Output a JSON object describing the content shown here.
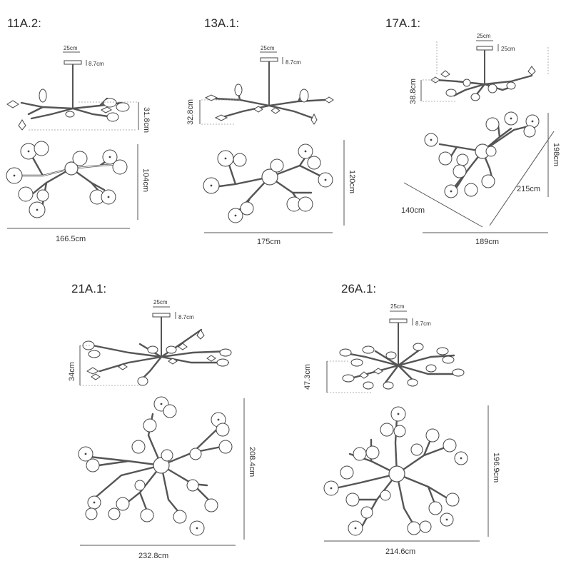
{
  "colors": {
    "line": "#555555",
    "text": "#2a2a2a"
  },
  "models": [
    {
      "id": "m11",
      "title": "11A.2:",
      "canopy_width": "25cm",
      "canopy_height": "8.7cm",
      "side_height": "31.8cm",
      "top_depth": "104cm",
      "top_width": "166.5cm"
    },
    {
      "id": "m13",
      "title": "13A.1:",
      "canopy_width": "25cm",
      "canopy_height": "8.7cm",
      "side_height": "32.8cm",
      "top_depth": "120cm",
      "top_width": "175cm"
    },
    {
      "id": "m17",
      "title": "17A.1:",
      "canopy_width": "25cm",
      "canopy_height": "25cm",
      "side_height": "38.8cm",
      "top_depth": "198cm",
      "top_width": "189cm",
      "diag_left": "140cm",
      "diag_right": "215cm"
    },
    {
      "id": "m21",
      "title": "21A.1:",
      "canopy_width": "25cm",
      "canopy_height": "8.7cm",
      "side_height": "34cm",
      "top_depth": "208.4cm",
      "top_width": "232.8cm"
    },
    {
      "id": "m26",
      "title": "26A.1:",
      "canopy_width": "25cm",
      "canopy_height": "8.7cm",
      "side_height": "47.3cm",
      "top_depth": "196.9cm",
      "top_width": "214.6cm"
    }
  ]
}
